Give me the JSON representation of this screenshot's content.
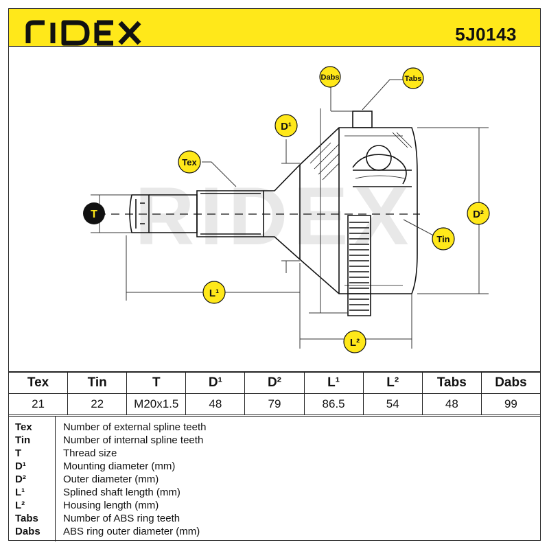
{
  "brand": "RIDEX",
  "part_number": "5J0143",
  "watermark": "RIDEX",
  "labels": {
    "dabs": "Dabs",
    "tabs": "Tabs",
    "d1": "D¹",
    "tex": "Tex",
    "t": "T",
    "d2": "D²",
    "tin": "Tin",
    "l1": "L¹",
    "l2": "L²"
  },
  "specs_table": {
    "headers": [
      "Tex",
      "Tin",
      "T",
      "D¹",
      "D²",
      "L¹",
      "L²",
      "Tabs",
      "Dabs"
    ],
    "values": [
      "21",
      "22",
      "M20x1.5",
      "48",
      "79",
      "86.5",
      "54",
      "48",
      "99"
    ]
  },
  "legend": [
    {
      "key": "Tex",
      "desc": "Number of external spline teeth"
    },
    {
      "key": "Tin",
      "desc": "Number of internal spline teeth"
    },
    {
      "key": "T",
      "desc": "Thread size"
    },
    {
      "key": "D¹",
      "desc": "Mounting diameter (mm)"
    },
    {
      "key": "D²",
      "desc": "Outer diameter (mm)"
    },
    {
      "key": "L¹",
      "desc": "Splined shaft length (mm)"
    },
    {
      "key": "L²",
      "desc": "Housing length (mm)"
    },
    {
      "key": "Tabs",
      "desc": "Number of ABS ring teeth"
    },
    {
      "key": "Dabs",
      "desc": "ABS ring outer diameter (mm)"
    }
  ],
  "colors": {
    "header_bg": "#ffe81a",
    "badge_bg": "#ffe81a",
    "badge_dark": "#111111",
    "watermark": "#e6e6e6"
  }
}
